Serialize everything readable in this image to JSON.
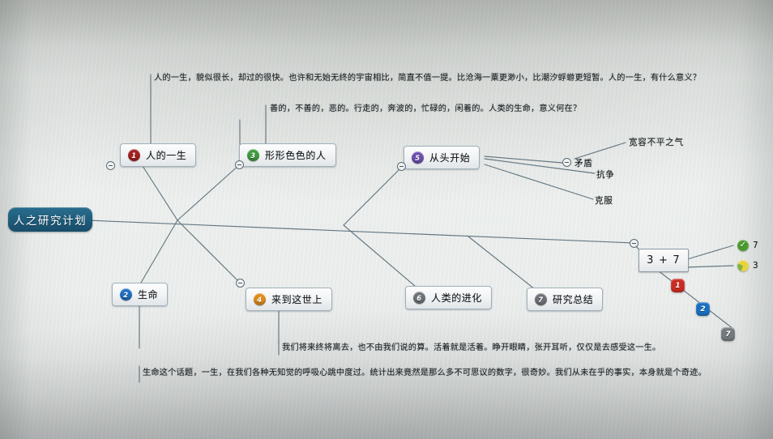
{
  "document": {
    "type": "fishbone-mind-map",
    "root_label": "人之研究计划"
  },
  "annotations": {
    "top_line_1": "人的一生，貌似很长，却过的很快。也许和无始无终的宇宙相比，简直不值一提。比沧海一粟更渺小，比潮汐蜉蝣更短暂。人的一生，有什么意义？",
    "top_line_2": "善的，不善的，恶的。行走的，奔波的，忙碌的，闲着的。人类的生命，意义何在？",
    "bottom_line_1": "我们将来终将离去，也不由我们说的算。活着就是活着。睁开眼睛，张开耳听，仅仅是去感受这一生。",
    "bottom_line_2": "生命这个话题，一生，在我们各种无知觉的呼吸心跳中度过。统计出来竟然是那么多不可思议的数字，很奇妙。我们从未在乎的事实，本身就是个奇迹。"
  },
  "nodes": [
    {
      "id": "n1",
      "number": "1",
      "label": "人的一生",
      "badge_color": "#a32020"
    },
    {
      "id": "n2",
      "number": "2",
      "label": "生命",
      "badge_color": "#1f6fc4"
    },
    {
      "id": "n3",
      "number": "3",
      "label": "形形色色的人",
      "badge_color": "#3f9b3f"
    },
    {
      "id": "n4",
      "number": "4",
      "label": "来到这世上",
      "badge_color": "#e08a18"
    },
    {
      "id": "n5",
      "number": "5",
      "label": "从头开始",
      "badge_color": "#6c4fb0"
    },
    {
      "id": "n6",
      "number": "6",
      "label": "人类的进化",
      "badge_color": "#6e7276"
    },
    {
      "id": "n7",
      "number": "7",
      "label": "研究总结",
      "badge_color": "#6e7276"
    }
  ],
  "plain_box": {
    "label": "3 + 7"
  },
  "subtopics": [
    {
      "id": "s1",
      "label": "矛盾"
    },
    {
      "id": "s2",
      "label": "抗争"
    },
    {
      "id": "s3",
      "label": "克服"
    },
    {
      "id": "s4",
      "label": "宽容不平之气"
    }
  ],
  "flags": [
    {
      "id": "f1",
      "number": "1",
      "color": "#cc2b22"
    },
    {
      "id": "f2",
      "number": "2",
      "color": "#1b6fc0"
    },
    {
      "id": "f3",
      "number": "7",
      "color": "#74797c"
    }
  ],
  "legend": [
    {
      "id": "l1",
      "value": "7",
      "marker": "check-circle-icon",
      "color": "#4a9a2e"
    },
    {
      "id": "l2",
      "value": "3",
      "marker": "pie-circle-icon",
      "color": "#e4cf38"
    }
  ],
  "colors": {
    "root_fill": "#1f5b7a",
    "line": "#5d707c",
    "node_border": "#9fb0bb",
    "paper": "#eef1ef"
  }
}
